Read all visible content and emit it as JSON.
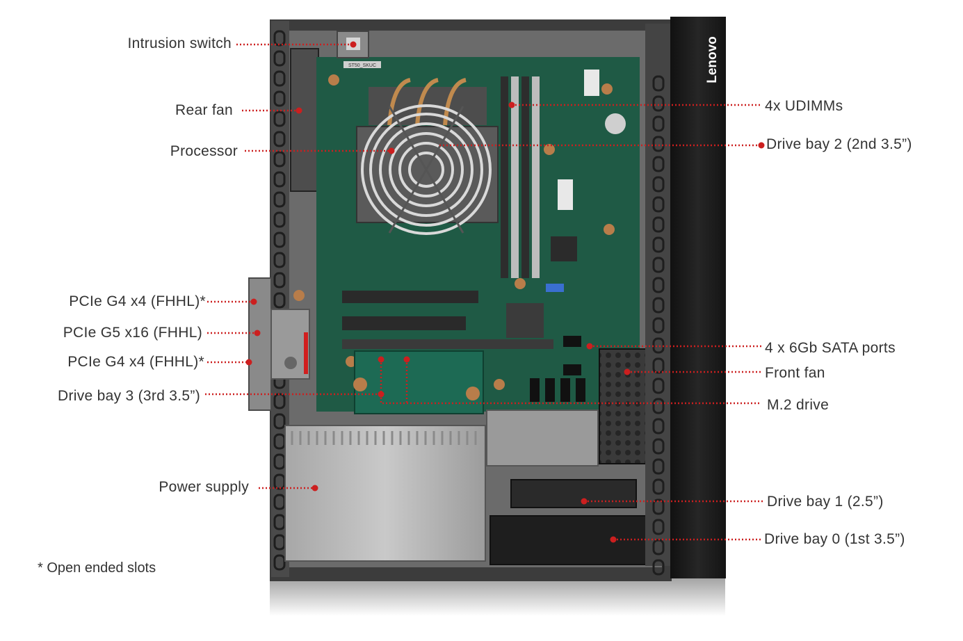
{
  "colors": {
    "callout": "#cc1f1f",
    "text": "#333333",
    "chassis": "#2b2b2b",
    "board": "#1f5a45",
    "bezel": "#1c1c1c"
  },
  "brand": "Lenovo",
  "board_silkscreen": "ST50_SKUC",
  "callouts_left": [
    "Intrusion switch",
    "Rear fan",
    "Processor",
    "PCIe G4 x4 (FHHL)*",
    "PCIe G5 x16 (FHHL)",
    "PCIe G4 x4 (FHHL)*",
    "Drive bay 3 (3rd 3.5”)",
    "Power supply"
  ],
  "callouts_right": [
    "4x UDIMMs",
    "Drive bay 2 (2nd 3.5”)",
    "4 x 6Gb SATA ports",
    "Front fan",
    "M.2 drive",
    "Drive bay 1 (2.5”)",
    "Drive bay 0 (1st 3.5”)"
  ],
  "footnote": "* Open ended slots"
}
